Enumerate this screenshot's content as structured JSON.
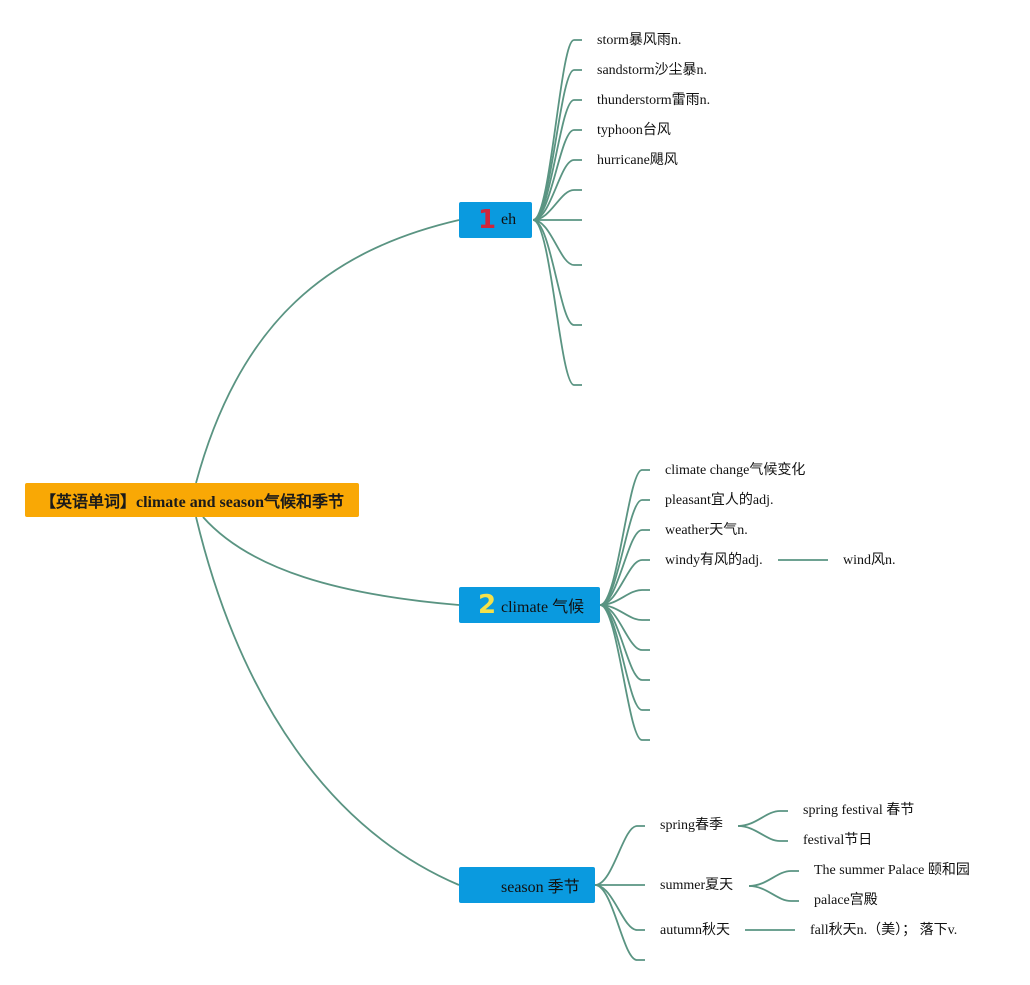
{
  "root": {
    "label": "【英语单词】climate and season气候和季节"
  },
  "branches": [
    {
      "badge": "1",
      "label": "eh",
      "items": [
        {
          "label": "storm暴风雨n."
        },
        {
          "label": "sandstorm沙尘暴n."
        },
        {
          "label": "thunderstorm雷雨n."
        },
        {
          "label": "typhoon台风"
        },
        {
          "label": "hurricane飓风"
        }
      ]
    },
    {
      "badge": "2",
      "label": "climate 气候",
      "items": [
        {
          "label": "climate change气候变化"
        },
        {
          "label": "pleasant宜人的adj."
        },
        {
          "label": "weather天气n."
        },
        {
          "label": "windy有风的adj.",
          "child": "wind风n."
        }
      ]
    },
    {
      "badge": "",
      "label": "season 季节",
      "items": [
        {
          "label": "spring春季",
          "children": [
            "spring festival 春节",
            "festival节日"
          ]
        },
        {
          "label": "summer夏天",
          "children": [
            "The summer Palace 颐和园",
            "palace宫殿"
          ]
        },
        {
          "label": "autumn秋天",
          "child": "fall秋天n.（美）； 落下v."
        }
      ]
    }
  ],
  "colors": {
    "root": "#f9a805",
    "branch": "#0a9adf",
    "connector": "#5a9482",
    "badge1": "#d0263b",
    "badge2": "#f5e14a"
  }
}
